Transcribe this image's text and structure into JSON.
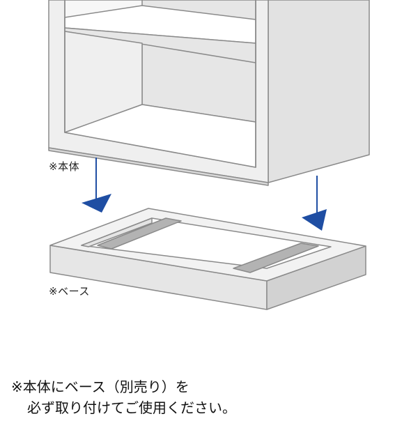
{
  "labels": {
    "body": "※本体",
    "base": "※ベース"
  },
  "notice": {
    "line1": "※本体にベース（別売り）を",
    "line2": "必ず取り付けてご使用ください。"
  },
  "colors": {
    "outline": "#8a8a8a",
    "panel_light": "#f1f1f1",
    "panel_mid": "#e2e2e2",
    "panel_dark": "#cfcfcf",
    "rail": "#b3b3b3",
    "arrow": "#1f4ea3"
  }
}
